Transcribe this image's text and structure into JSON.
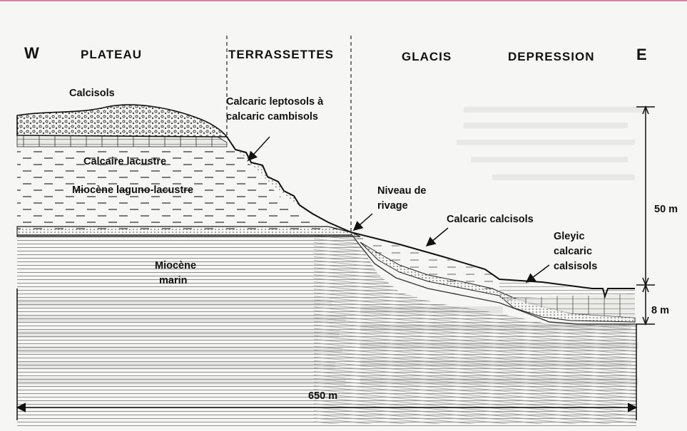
{
  "directions": {
    "west": "W",
    "east": "E"
  },
  "zones": {
    "plateau": "PLATEAU",
    "terrassettes": "TERRASSETTES",
    "glacis": "GLACIS",
    "depression": "DEPRESSION"
  },
  "units": {
    "calcisols": "Calcisols",
    "calcaire_lacustre": "Calcaire lacustre",
    "miocene_laguno": "Miocène laguno-lacustre",
    "miocene_marin_1": "Miocène",
    "miocene_marin_2": "marin",
    "leptosols_1": "Calcaric leptosols à",
    "leptosols_2": "calcaric cambisols",
    "niveau_1": "Niveau de",
    "niveau_2": "rivage",
    "calcaric_calcisols": "Calcaric calcisols",
    "gleyic_1": "Gleyic",
    "gleyic_2": "calcaric",
    "gleyic_3": "calsisols"
  },
  "scale": {
    "height_upper": "50 m",
    "height_lower": "8 m",
    "width": "650 m"
  },
  "colors": {
    "line": "#1a1a1a",
    "hatch": "#6e6e6e",
    "paper": "#f6f6f4",
    "accent": "#c98aa6"
  }
}
